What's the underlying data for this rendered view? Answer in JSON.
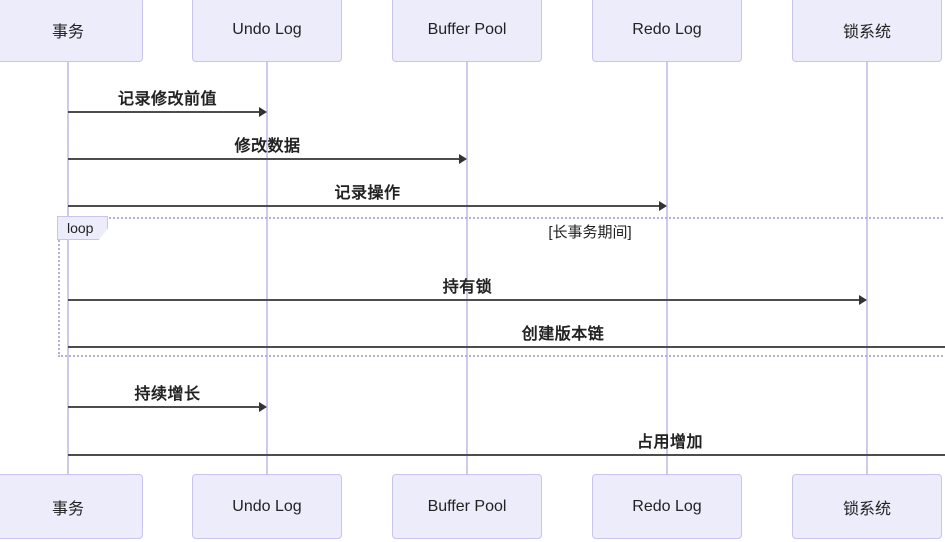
{
  "diagram": {
    "type": "sequence-diagram",
    "participants": [
      {
        "name": "事务"
      },
      {
        "name": "Undo Log"
      },
      {
        "name": "Buffer Pool"
      },
      {
        "name": "Redo Log"
      },
      {
        "name": "锁系统"
      }
    ],
    "messages": [
      {
        "label": "记录修改前值",
        "from": "事务",
        "to": "Undo Log"
      },
      {
        "label": "修改数据",
        "from": "事务",
        "to": "Buffer Pool"
      },
      {
        "label": "记录操作",
        "from": "事务",
        "to": "Redo Log"
      },
      {
        "label": "持有锁",
        "from": "事务",
        "to": "锁系统",
        "in_loop": true
      },
      {
        "label": "创建版本链",
        "from": "事务",
        "to": "offscreen-right",
        "in_loop": true
      },
      {
        "label": "持续增长",
        "from": "事务",
        "to": "Undo Log"
      },
      {
        "label": "占用增加",
        "from": "事务",
        "to": "offscreen-right"
      }
    ],
    "loop": {
      "label": "loop",
      "condition": "[长事务期间]"
    },
    "colors": {
      "participant_fill": "#ececfb",
      "participant_border": "#c9c3ee",
      "lifeline": "#cfc9ec",
      "message_line": "#4d4d4d",
      "arrowhead": "#333333",
      "loop_border": "#b7b0dc",
      "text": "#222222"
    }
  }
}
